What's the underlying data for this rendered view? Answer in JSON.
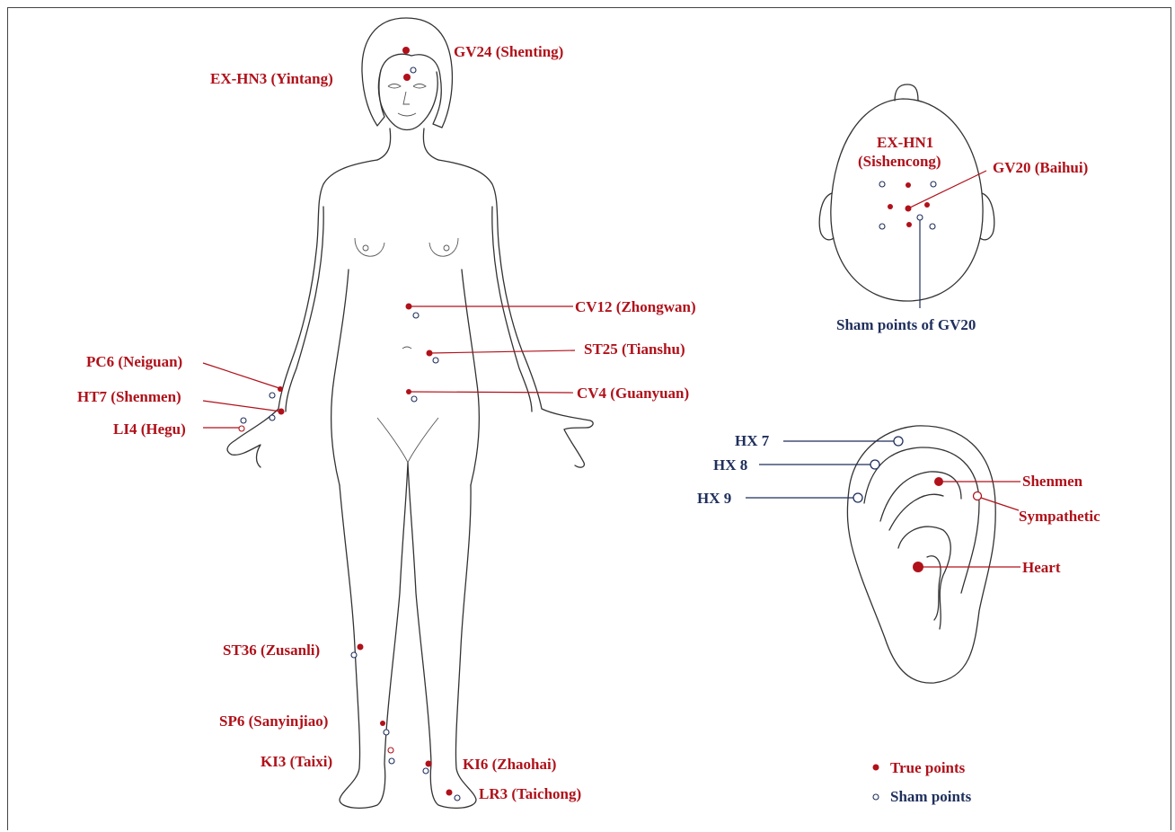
{
  "colors": {
    "true_point": "#b0111a",
    "sham_point": "#1f2f5c",
    "outline": "#333333"
  },
  "body_labels": {
    "gv24": "GV24 (Shenting)",
    "exhn3": "EX-HN3 (Yintang)",
    "cv12": "CV12 (Zhongwan)",
    "st25": "ST25 (Tianshu)",
    "cv4": "CV4 (Guanyuan)",
    "pc6": "PC6 (Neiguan)",
    "ht7": "HT7 (Shenmen)",
    "li4": "LI4 (Hegu)",
    "st36": "ST36 (Zusanli)",
    "sp6": "SP6 (Sanyinjiao)",
    "ki3": "KI3 (Taixi)",
    "ki6": "KI6 (Zhaohai)",
    "lr3": "LR3 (Taichong)"
  },
  "head_labels": {
    "exhn1_line1": "EX-HN1",
    "exhn1_line2": "(Sishencong)",
    "gv20": "GV20 (Baihui)",
    "sham_gv20": "Sham points of GV20"
  },
  "ear_labels": {
    "hx7": "HX 7",
    "hx8": "HX 8",
    "hx9": "HX 9",
    "shenmen": "Shenmen",
    "sympathetic": "Sympathetic",
    "heart": "Heart"
  },
  "legend": {
    "true_points": "True points",
    "sham_points": "Sham points"
  }
}
